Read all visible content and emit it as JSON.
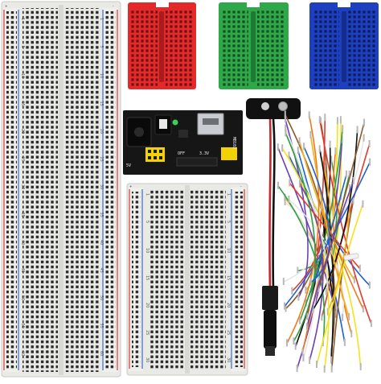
{
  "scene": {
    "colors": {
      "background": "#ffffff",
      "breadboard_body": "#e9e9e6",
      "rail_red": "#d83a3a",
      "rail_blue": "#3a66c8",
      "mini_red": "#e4292b",
      "mini_green": "#2fa84a",
      "mini_blue": "#1e3fbf",
      "pcb": "#161616",
      "header_yellow": "#f2d200",
      "led_green": "#3ad15a"
    },
    "large_breadboard": {
      "row_numbers": [
        "1",
        "5",
        "10",
        "15",
        "20",
        "25",
        "30",
        "35",
        "40",
        "45",
        "50",
        "55",
        "60"
      ],
      "rail_symbols": [
        "+",
        "-"
      ]
    },
    "half_breadboard": {
      "row_numbers": [
        "1",
        "5",
        "10",
        "15",
        "20",
        "25",
        "30"
      ],
      "rail_symbols": [
        "+",
        "-"
      ]
    },
    "mini_breadboards": [
      {
        "color": "red"
      },
      {
        "color": "green"
      },
      {
        "color": "blue"
      }
    ],
    "power_module": {
      "board_text": "MB102",
      "pin_labels": [
        "5V",
        "OFF",
        "3.3V"
      ]
    },
    "battery_clip": {
      "wire_colors": [
        "#c8262a",
        "#111111"
      ]
    },
    "jumper_wires": {
      "wire_colors": [
        "#e23b2e",
        "#f0b11b",
        "#f5e21c",
        "#2f9e44",
        "#1f5fd0",
        "#6a3fb5",
        "#111111",
        "#ffffff",
        "#f07a1a",
        "#8b5a2b"
      ]
    }
  }
}
